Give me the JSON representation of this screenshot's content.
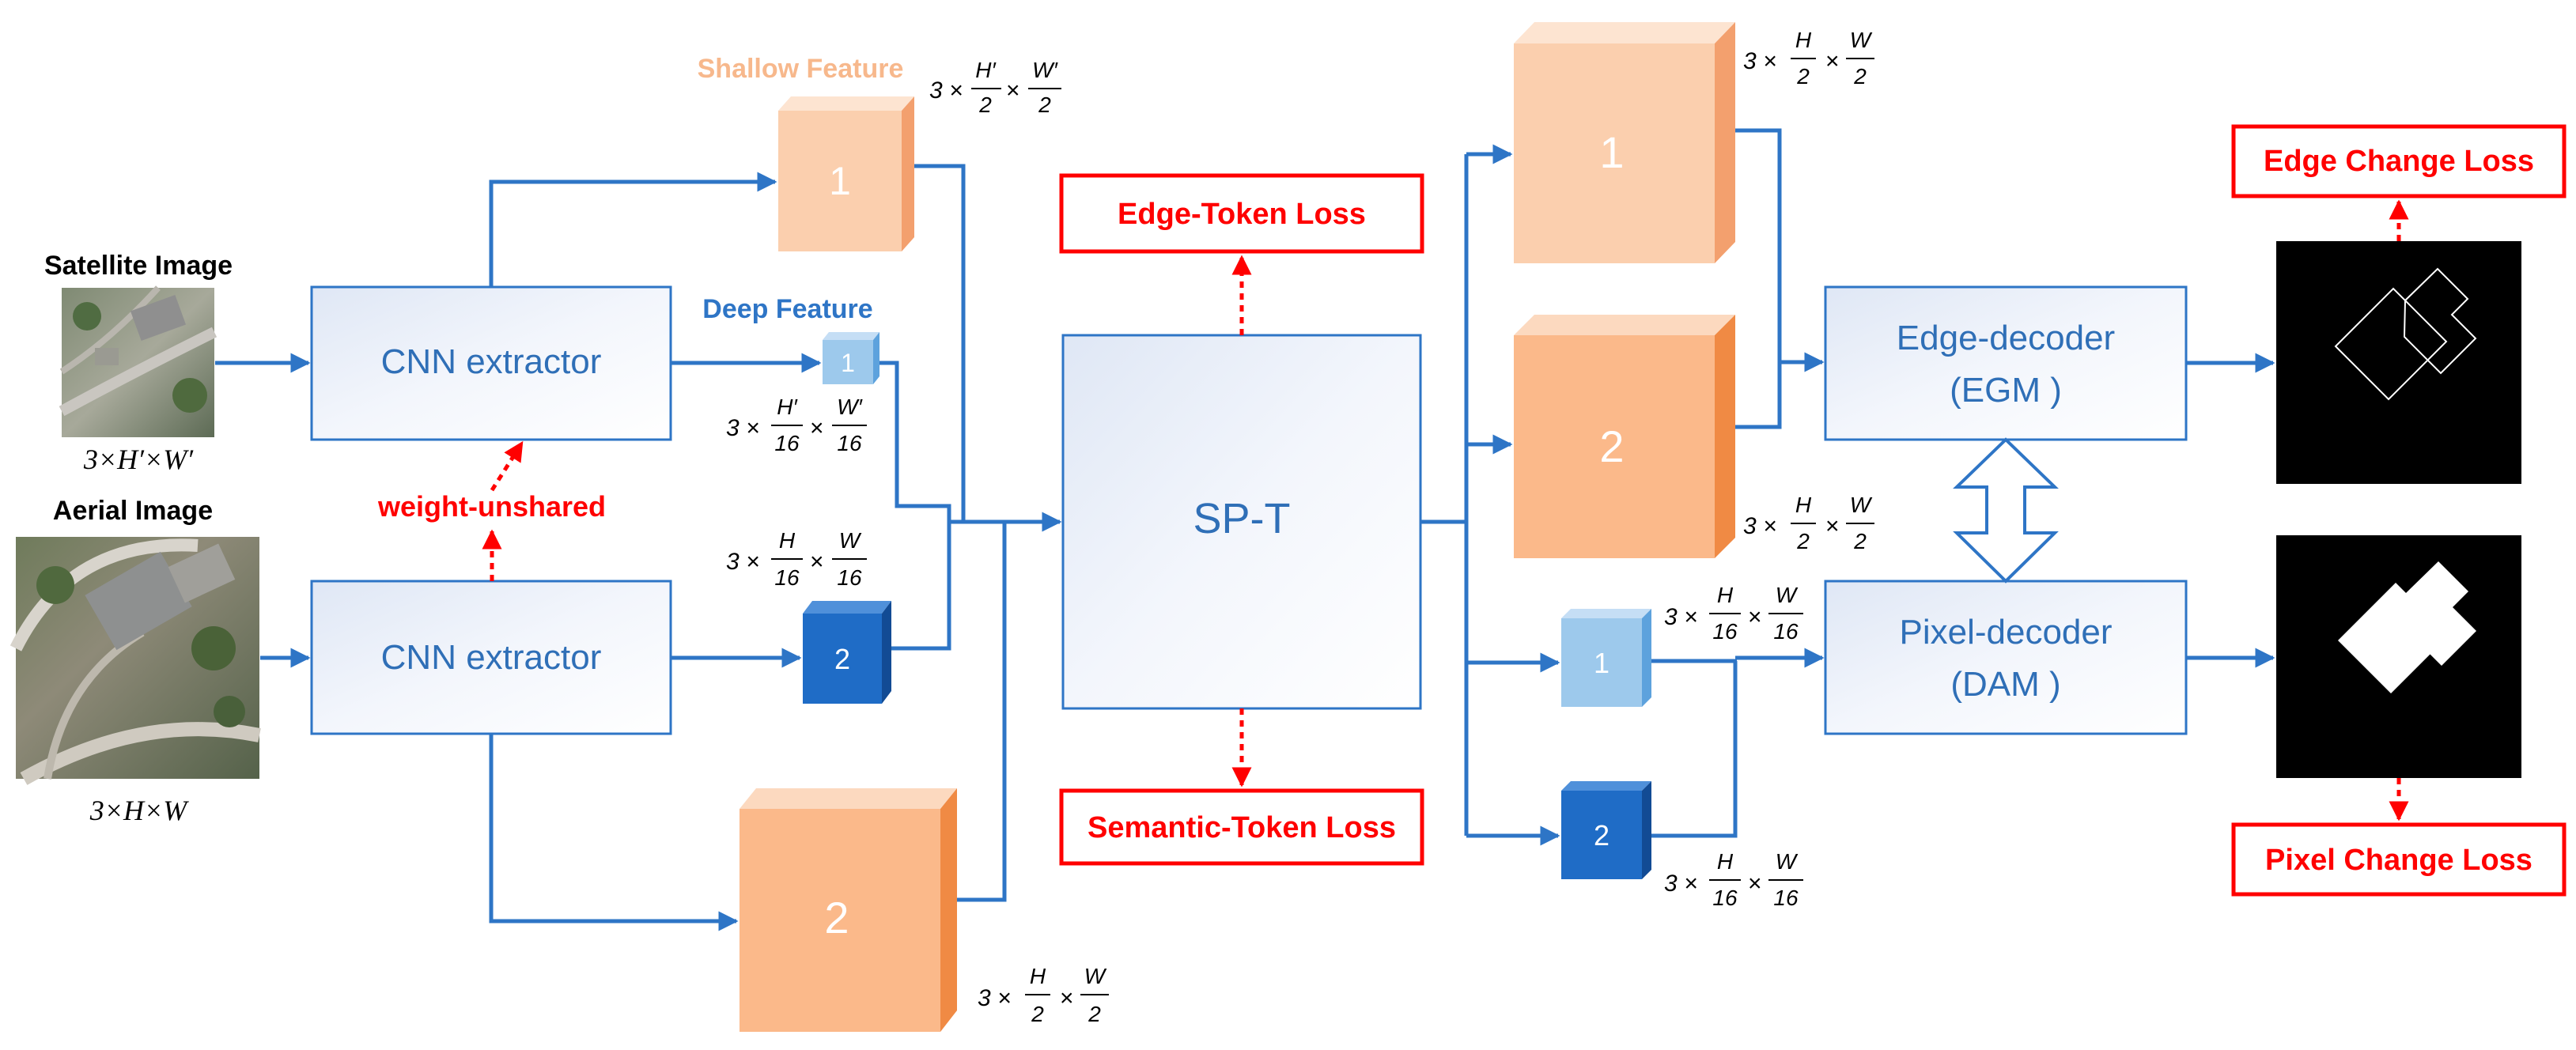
{
  "inputs": {
    "satellite": {
      "label": "Satellite Image",
      "dims": "3×H′×W′"
    },
    "aerial": {
      "label": "Aerial Image",
      "dims": "3×H×W"
    }
  },
  "extractors": {
    "top": "CNN extractor",
    "bottom": "CNN extractor",
    "note": "weight-unshared"
  },
  "features": {
    "shallow_label": "Shallow Feature",
    "deep_label": "Deep Feature",
    "cube_label_1": "1",
    "cube_label_2": "2"
  },
  "center": {
    "label": "SP-T"
  },
  "losses": {
    "edge_token": "Edge-Token Loss",
    "semantic_token": "Semantic-Token Loss",
    "edge_change": "Edge Change Loss",
    "pixel_change": "Pixel Change Loss"
  },
  "decoders": {
    "edge": {
      "line1": "Edge-decoder",
      "line2": "(EGM )"
    },
    "pixel": {
      "line1": "Pixel-decoder",
      "line2": "(DAM )"
    }
  },
  "colors": {
    "arrow_blue": "#2e75c6",
    "loss_red": "#ff0000",
    "cube_light_orange": "#fbcfae",
    "cube_dark_orange": "#f9a873",
    "cube_light_blue": "#9dc9ec",
    "cube_dark_blue": "#1f6cc6"
  }
}
